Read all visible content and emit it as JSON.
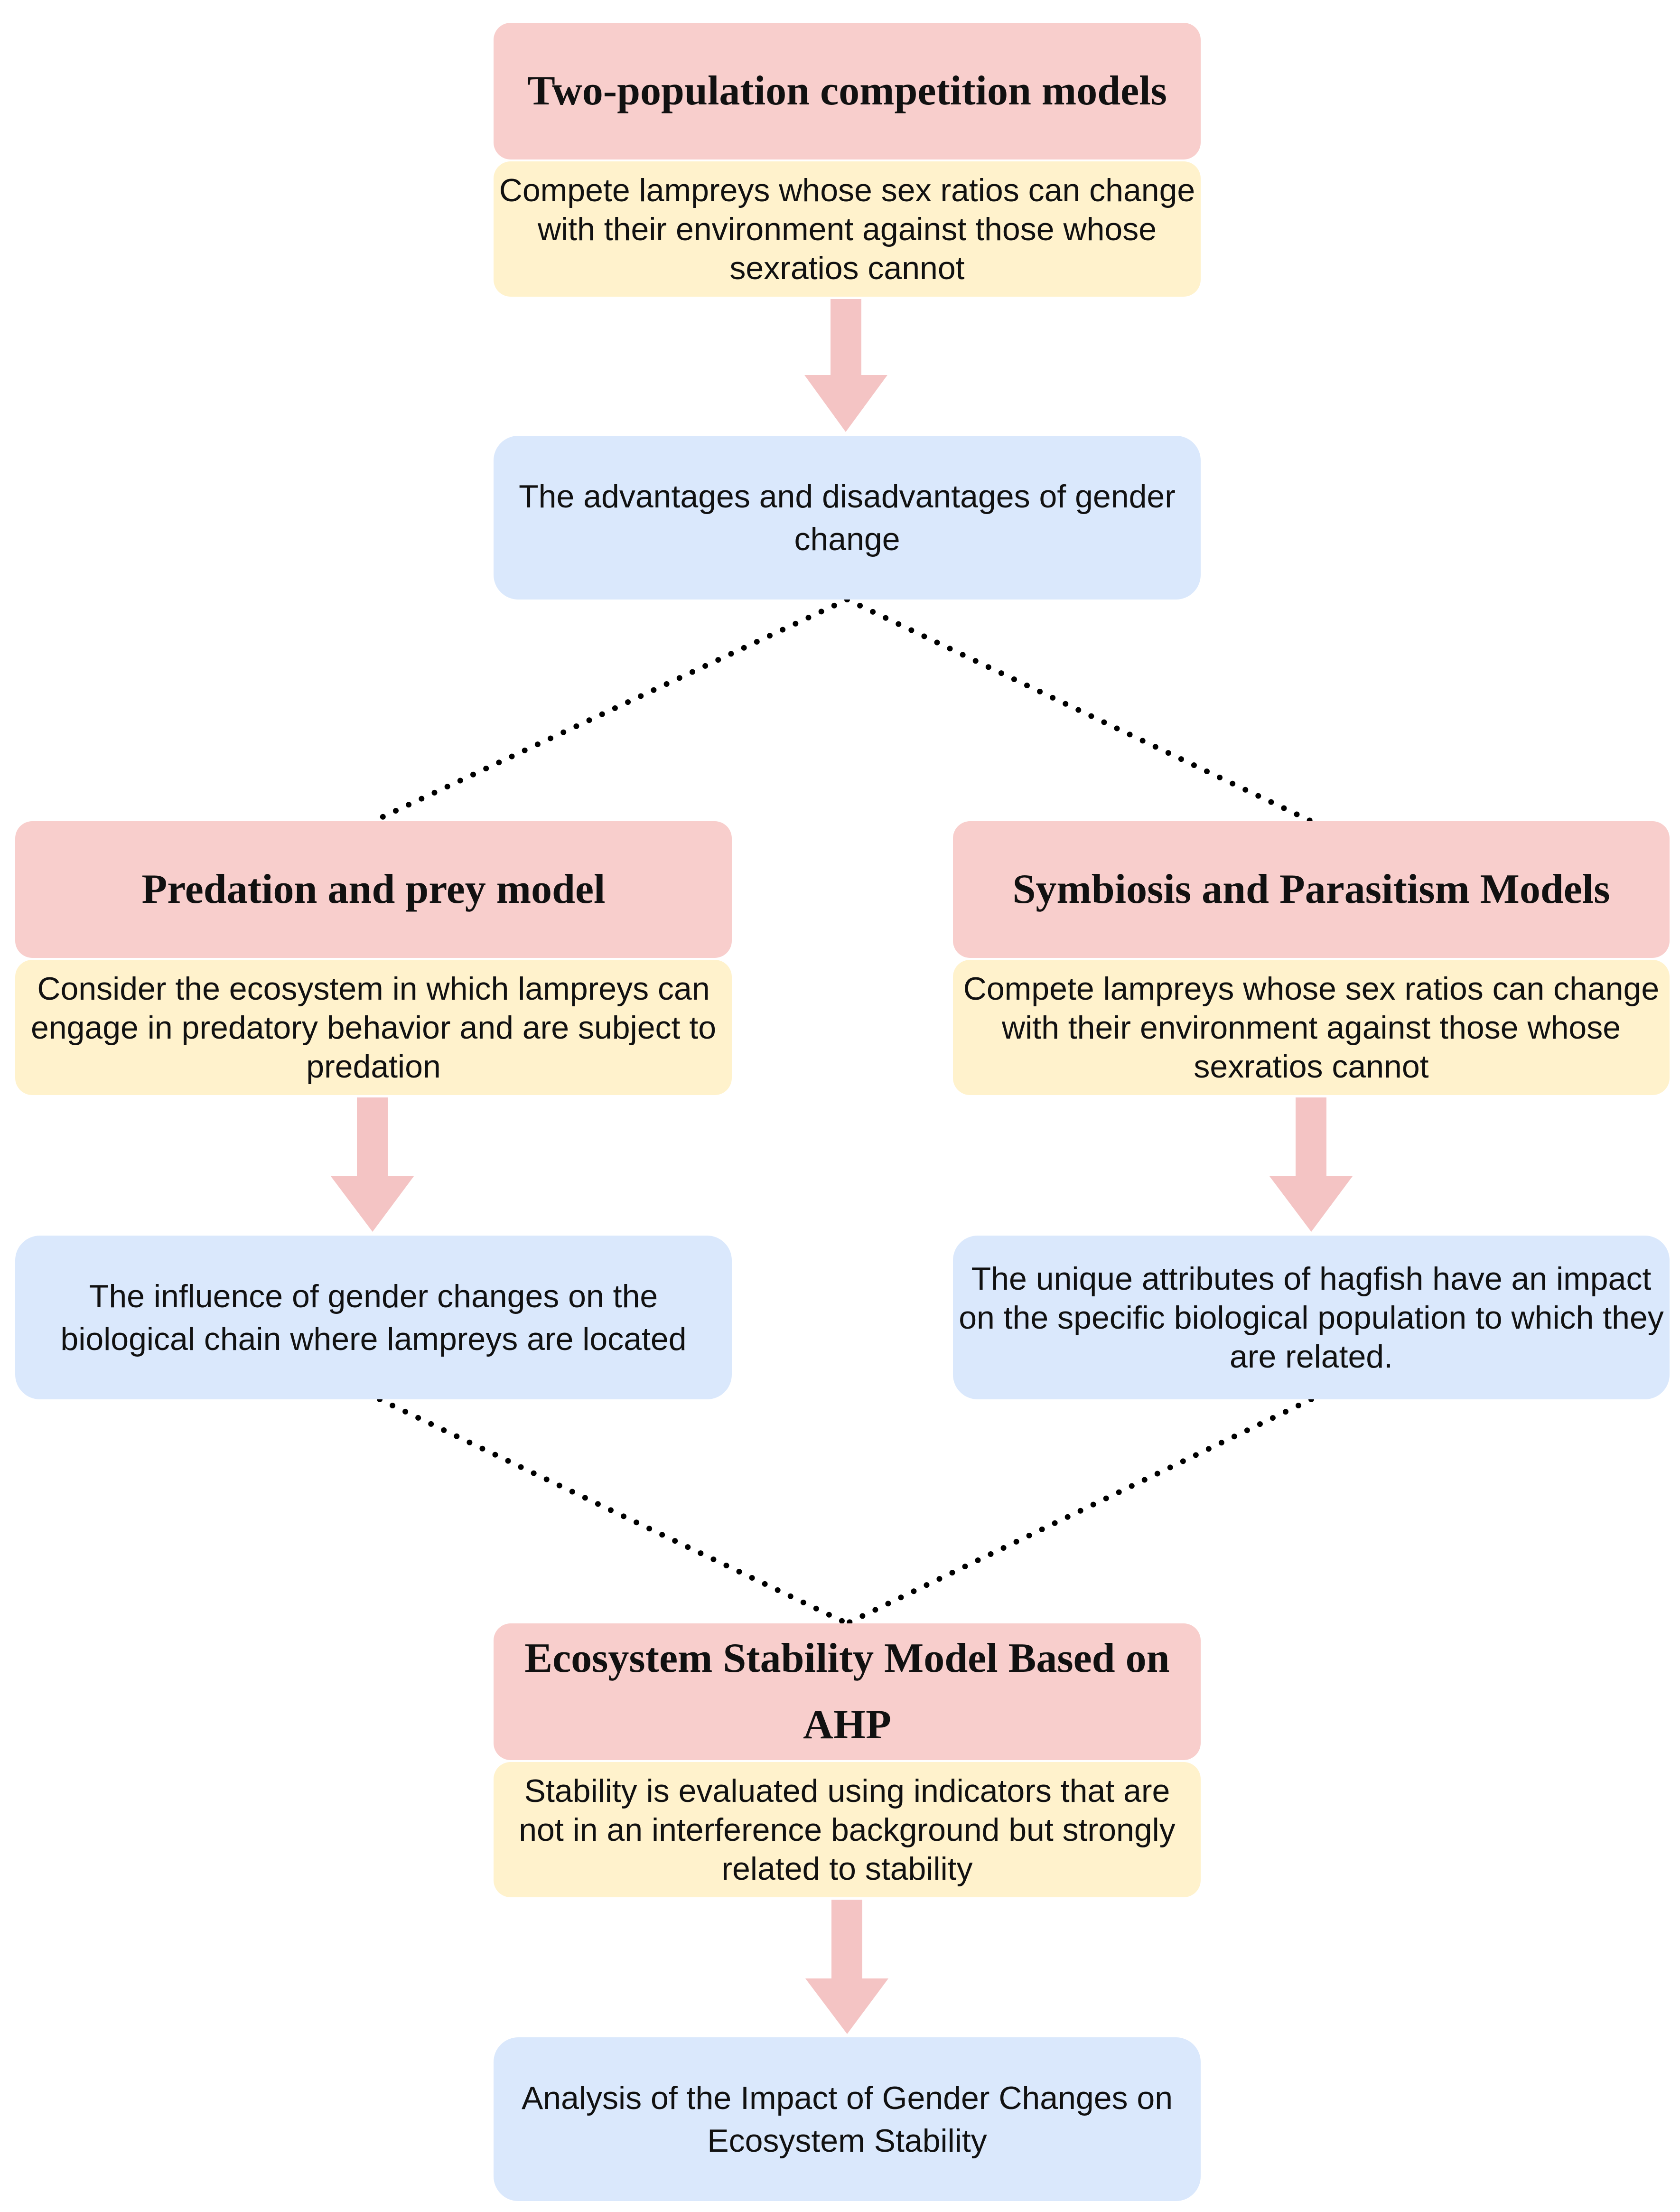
{
  "diagram": {
    "colors": {
      "title_fill": "#f8cecc",
      "description_fill": "#fff2cc",
      "outcome_fill": "#dae8fc",
      "arrow": "#f4c4c4",
      "connector": "#000000"
    },
    "top": {
      "title": "Two-population competition models",
      "description": "Compete lampreys whose sex ratios can change with their environment against those whose sexratios cannot",
      "outcome": "The advantages and disadvantages of gender change"
    },
    "left": {
      "title": "Predation and prey model",
      "description": "Consider the ecosystem in which lampreys can engage in predatory behavior and are subject to predation",
      "outcome": "The influence of gender changes on the biological chain where lampreys are located"
    },
    "right": {
      "title": "Symbiosis and Parasitism Models",
      "description": "Compete lampreys whose sex ratios can change with their environment against those whose sexratios cannot",
      "outcome": "The unique attributes of hagfish have an impact on the specific biological population to which they are related."
    },
    "bottom": {
      "title": "Ecosystem Stability Model Based on AHP",
      "description": "Stability is evaluated using indicators that are not in an interference background but strongly related to stability",
      "outcome": "Analysis of the Impact of Gender Changes on Ecosystem Stability"
    }
  }
}
